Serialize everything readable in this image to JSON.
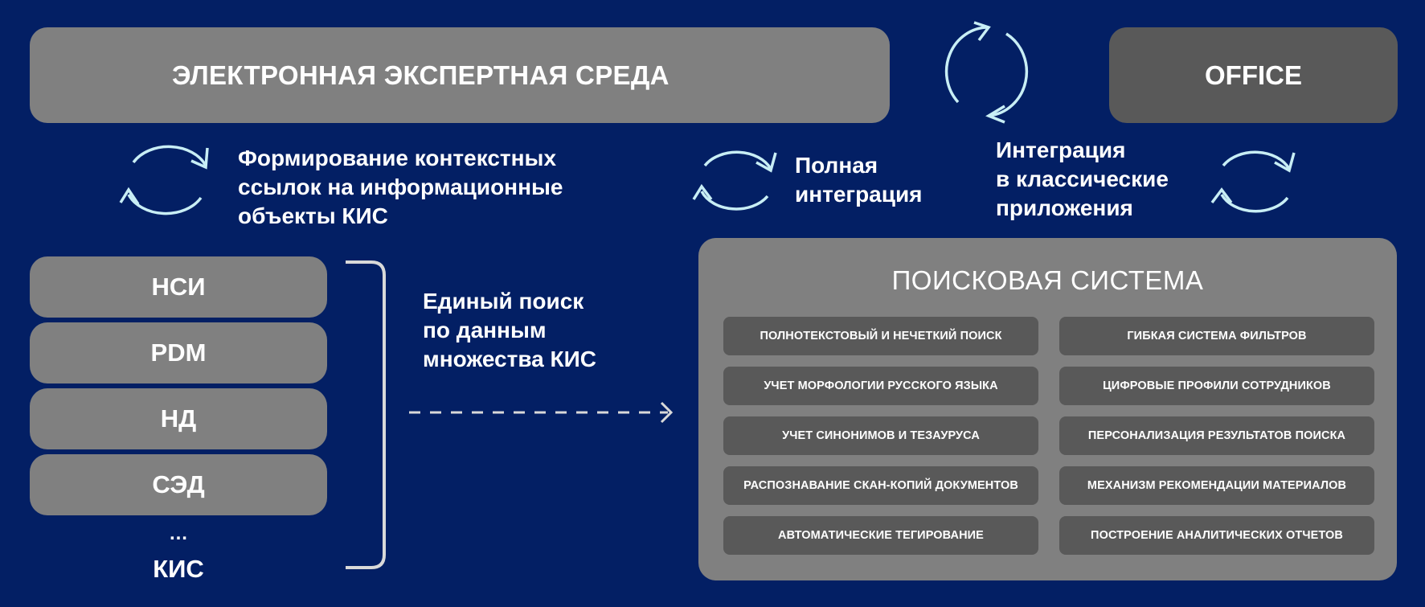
{
  "top_banner": {
    "label": "ЭЛЕКТРОННАЯ ЭКСПЕРТНАЯ СРЕДА"
  },
  "office": {
    "label": "OFFICE"
  },
  "captions": {
    "context_links": "Формирование контекстных\nссылок на информационные\nобъекты КИС",
    "full_integration": "Полная\nинтеграция",
    "classic_apps": "Интеграция\nв классические\nприложения",
    "unified_search": "Единый поиск\nпо данным\nмножества КИС"
  },
  "kis_list": {
    "items": [
      "НСИ",
      "PDM",
      "НД",
      "СЭД"
    ],
    "ellipsis": "…",
    "label": "КИС"
  },
  "search_system": {
    "title": "ПОИСКОВАЯ СИСТЕМА",
    "features_left": [
      "ПОЛНОТЕКСТОВЫЙ И НЕЧЕТКИЙ ПОИСК",
      "УЧЕТ МОРФОЛОГИИ РУССКОГО ЯЗЫКА",
      "УЧЕТ СИНОНИМОВ И ТЕЗАУРУСА",
      "РАСПОЗНАВАНИЕ СКАН-КОПИЙ ДОКУМЕНТОВ",
      "АВТОМАТИЧЕСКИЕ ТЕГИРОВАНИЕ"
    ],
    "features_right": [
      "ГИБКАЯ СИСТЕМА ФИЛЬТРОВ",
      "ЦИФРОВЫЕ ПРОФИЛИ СОТРУДНИКОВ",
      "ПЕРСОНАЛИЗАЦИЯ РЕЗУЛЬТАТОВ ПОИСКА",
      "МЕХАНИЗМ РЕКОМЕНДАЦИИ МАТЕРИАЛОВ",
      "ПОСТРОЕНИЕ АНАЛИТИЧЕСКИХ ОТЧЕТОВ"
    ]
  },
  "colors": {
    "background": "#031f64",
    "box_gray": "#808080",
    "box_dark": "#595959",
    "sync_icon": "#c8eef5"
  },
  "icons": [
    "sync-icon",
    "bracket",
    "dashed-arrow"
  ]
}
